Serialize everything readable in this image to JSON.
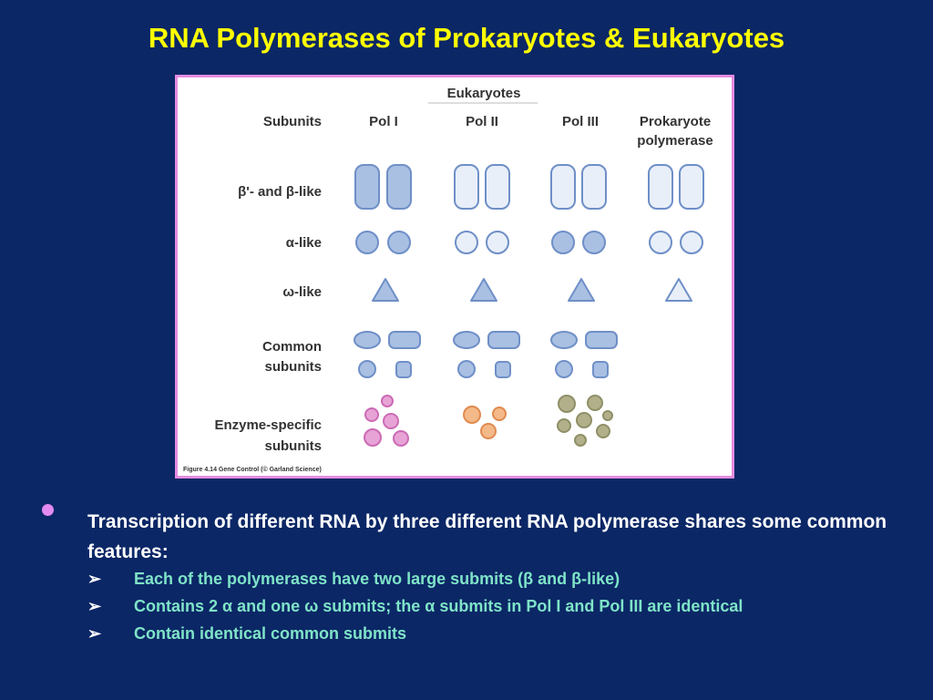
{
  "slide": {
    "title": "RNA Polymerases of Prokaryotes & Eukaryotes"
  },
  "figure": {
    "group_header": "Eukaryotes",
    "row_header": "Subunits",
    "columns": [
      "Pol I",
      "Pol II",
      "Pol III",
      "Prokaryote",
      "polymerase"
    ],
    "rows": {
      "beta": "β'- and β-like",
      "alpha": "α-like",
      "omega": "ω-like",
      "common_1": "Common",
      "common_2": "subunits",
      "specific_1": "Enzyme-specific",
      "specific_2": "subunits"
    },
    "caption": "Figure 4.14 Gene Control (© Garland Science)",
    "colors": {
      "dark_fill": "#a9c0e3",
      "light_fill": "#e8eff9",
      "stroke": "#6f8fc7",
      "pol1_specific": "#cc6ab4",
      "pol2_specific": "#e8975a",
      "pol3_specific": "#8f8f67"
    }
  },
  "text": {
    "main": "Transcription of different RNA by three different RNA polymerase shares some common features:",
    "bullets": [
      "Each of the polymerases have two large submits (β and β-like)",
      "Contains 2 α and one ω submits; the α submits in Pol I and Pol III are identical",
      "Contain identical common submits"
    ],
    "arrow": "➢"
  }
}
